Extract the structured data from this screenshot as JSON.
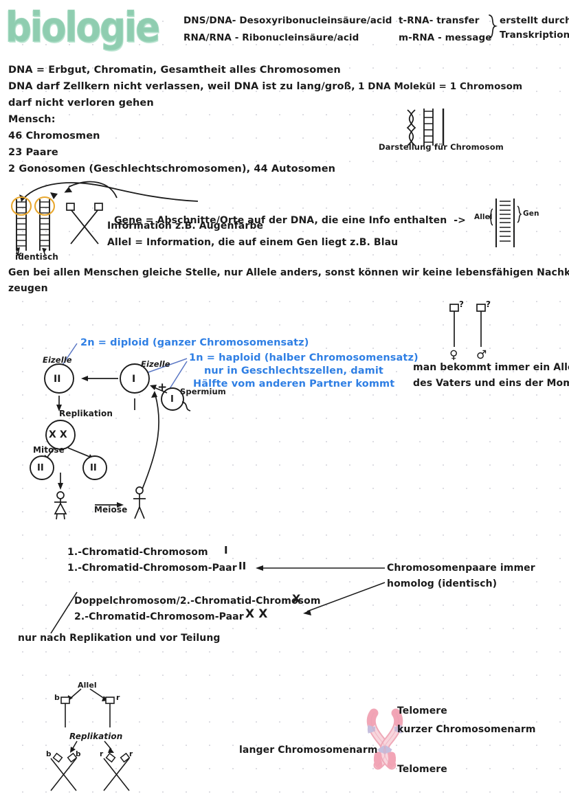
{
  "page": {
    "title": "biologie",
    "subject_logo": "biologie",
    "accent_green": "#8fcdb0",
    "accent_blue": "#2f7fe4",
    "highlight_orange": "#e8a72e",
    "chromosome_pink": "#f5b9c6",
    "chromosome_band": "#c9c3de"
  },
  "header": {
    "abbrev": [
      "DNS/DNA- Desoxyribonucleinsäure/acid",
      "RNA/RNA - Ribonucleinsäure/acid"
    ],
    "rna_types": [
      "t-RNA- transfer",
      "m-RNA - message"
    ],
    "brace_note_line1": "erstellt durch",
    "brace_note_line2": "Transkription"
  },
  "intro": {
    "lines": [
      "DNA = Erbgut, Chromatin, Gesamtheit alles Chromosomen",
      "DNA darf Zellkern nicht verlassen, weil DNA ist zu lang/groß,",
      "darf nicht verloren gehen",
      "Mensch:",
      "46 Chromosmen",
      "23 Paare",
      "2 Gonosomen (Geschlechtschromosomen), 44 Autosomen"
    ]
  },
  "molecule_box": {
    "equation": "1 DNA Molekül = 1 Chromosom",
    "caption": "Darstellung für Chromosom"
  },
  "gene_section": {
    "identisch_label": "identisch",
    "line1_bold": "Gene",
    "line1_rest": " = Abschnitte/Orte auf der DNA, die eine Info enthalten  ->",
    "line2": "Information z.B. Augenfarbe",
    "line3": "Allel = Information, die auf einem Gen liegt z.B. Blau",
    "diagram_allel": "Allel",
    "diagram_gen": "Gen",
    "closing_line1": "Gen bei allen Menschen gleiche Stelle, nur Allele anders, sonst können wir keine lebensfähigen Nachkommen",
    "closing_line2": "zeugen"
  },
  "ploidy": {
    "diploid": "2n = diploid (ganzer Chromosomensatz)",
    "haploid_l1": "1n = haploid (halber Chromosomensatz)",
    "haploid_l2": "nur in Geschlechtszellen, damit",
    "haploid_l3": "Hälfte vom anderen Partner kommt"
  },
  "cell_cycle": {
    "eizelle_left": "Eizelle",
    "eizelle_right": "Eizelle",
    "spermium": "Spermium",
    "plus": "+",
    "replikation": "Replikation",
    "mitose": "Mitose",
    "meiose": "Meiose",
    "cell_left_content": "II",
    "cell_mid_content": "I",
    "cell_sperm_content": "I",
    "cell_repl_content": "X X",
    "cell_daughter_a": "II",
    "cell_daughter_b": "II"
  },
  "parents": {
    "female_symbol": "♀",
    "male_symbol": "♂",
    "question_mark": "?",
    "note_l1": "man bekommt immer ein Allel",
    "note_l2": "des Vaters und eins der Mom"
  },
  "chromatid_table": {
    "rows": [
      {
        "label": "1.-Chromatid-Chromosom",
        "glyph": "I"
      },
      {
        "label": "1.-Chromatid-Chromosom-Paar",
        "glyph": "II"
      },
      {
        "label": "Doppelchromosom/2.-Chromatid-Chromosom",
        "glyph": "X"
      },
      {
        "label": "2.-Chromatid-Chromosom-Paar",
        "glyph": "X X"
      }
    ],
    "homolog_l1": "Chromosomenpaare immer",
    "homolog_l2": "homolog (identisch)",
    "footnote": "nur nach Replikation und vor Teilung"
  },
  "allel_replication": {
    "title": "Allel",
    "replikation": "Replikation",
    "left_allele": "b",
    "right_allele": "r",
    "after_left_a": "b",
    "after_left_b": "b",
    "after_right_a": "r",
    "after_right_b": "r"
  },
  "telomere": {
    "top_label": "Telomere",
    "short_arm": "kurzer Chromosomenarm",
    "long_arm": "langer Chromosomenarm",
    "bottom_label": "Telomere"
  }
}
